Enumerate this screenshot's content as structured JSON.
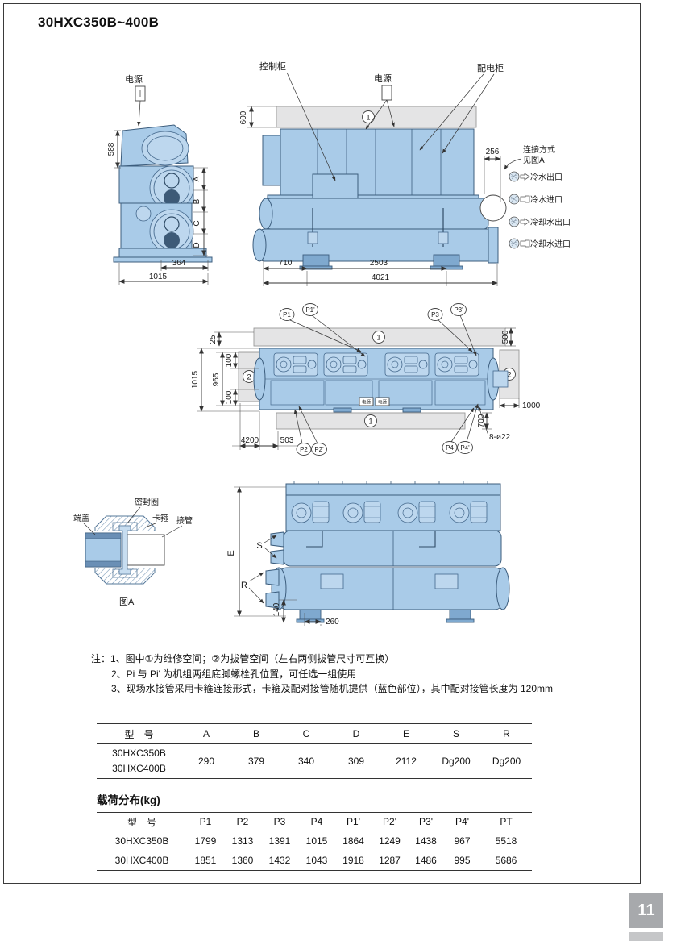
{
  "page": {
    "title": "30HXC350B~400B",
    "page_number": "11"
  },
  "colors": {
    "machine_blue": "#a9cbe8",
    "machine_blue_light": "#bdd7ee",
    "space_gray": "#e4e4e5",
    "page_num_bg": "#a7a9ac"
  },
  "front_view": {
    "power_label_left": "电源",
    "power_label_top": "电源",
    "control_cabinet_label": "控制柜",
    "distribution_cabinet_label": "配电柜",
    "circle_1": "1",
    "dim_600": "600",
    "dim_588": "588",
    "dim_256": "256",
    "dim_364": "364",
    "dim_1015": "1015",
    "dim_710": "710",
    "dim_2503": "2503",
    "dim_4021": "4021",
    "dim_A": "A",
    "dim_B": "B",
    "dim_C": "C",
    "dim_D": "D",
    "connection_note_line1": "连接方式",
    "connection_note_line2": "见图A",
    "ports": [
      "冷水出口",
      "冷水进口",
      "冷却水出口",
      "冷却水进口"
    ]
  },
  "top_view": {
    "circle_1": "1",
    "circle_2": "2",
    "power_label": "电源",
    "dim_25": "25",
    "dim_100a": "100",
    "dim_100b": "100",
    "dim_965": "965",
    "dim_1015": "1015",
    "dim_500": "500",
    "dim_1000": "1000",
    "dim_700": "700",
    "bolt_note": "8-ø22",
    "dim_4200": "4200",
    "dim_503": "503",
    "p1": "P1",
    "p1p": "P1'",
    "p2": "P2",
    "p2p": "P2'",
    "p3": "P3",
    "p3p": "P3'",
    "p4": "P4",
    "p4p": "P4'"
  },
  "detail_a": {
    "end_cap": "端盖",
    "seal_ring": "密封圈",
    "clamp": "卡箍",
    "pipe": "接管",
    "caption": "图A"
  },
  "side_view": {
    "dim_E": "E",
    "label_S": "S",
    "label_R": "R",
    "dim_140": "140",
    "dim_260": "260"
  },
  "notes": {
    "line1": "注：1、图中①为维修空间；②为拔管空间（左右两侧拔管尺寸可互换）",
    "line2": "2、Pi 与 Pi' 为机组两组底脚螺栓孔位置，可任选一组使用",
    "line3": "3、现场水接管采用卡箍连接形式，卡箍及配对接管随机提供（蓝色部位），其中配对接管长度为 120mm"
  },
  "dimension_table": {
    "headers": [
      "型　号",
      "A",
      "B",
      "C",
      "D",
      "E",
      "S",
      "R"
    ],
    "models": [
      "30HXC350B",
      "30HXC400B"
    ],
    "values": [
      "290",
      "379",
      "340",
      "309",
      "2112",
      "Dg200",
      "Dg200"
    ]
  },
  "load_table": {
    "title": "载荷分布(kg)",
    "headers": [
      "型　号",
      "P1",
      "P2",
      "P3",
      "P4",
      "P1'",
      "P2'",
      "P3'",
      "P4'",
      "PT"
    ],
    "rows": [
      {
        "model": "30HXC350B",
        "values": [
          "1799",
          "1313",
          "1391",
          "1015",
          "1864",
          "1249",
          "1438",
          "967",
          "5518"
        ]
      },
      {
        "model": "30HXC400B",
        "values": [
          "1851",
          "1360",
          "1432",
          "1043",
          "1918",
          "1287",
          "1486",
          "995",
          "5686"
        ]
      }
    ]
  }
}
